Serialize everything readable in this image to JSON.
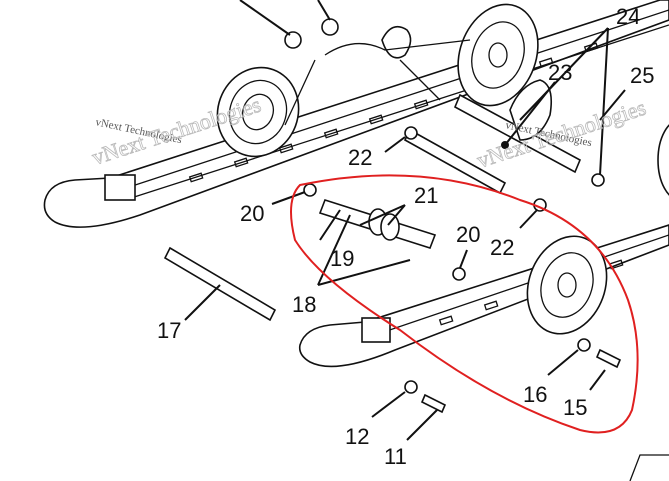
{
  "diagram": {
    "watermark": [
      "vNext Technologies",
      "vNext Technologies"
    ],
    "callouts": [
      "24",
      "23",
      "25",
      "22",
      "20",
      "21",
      "19",
      "20",
      "22",
      "18",
      "17",
      "16",
      "15",
      "12",
      "11"
    ],
    "highlight_color": "#e02020"
  }
}
